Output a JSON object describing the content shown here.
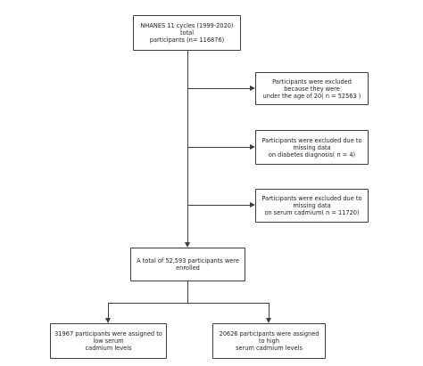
{
  "boxes": {
    "start": "NHANES 11 cycles (1999-2020) total\nparticipants (n= 116876)",
    "exclude_age": "Participants were excluded because they were\nunder the age of 20( n = 52563 )",
    "exclude_diabetes": "Participants were excluded due to missing data\non diabetes diagnosis( n = 4)",
    "exclude_cadmium": "Participants were excluded due to missing data\non serum cadmium( n = 11720)",
    "enrolled": "A total of 52,593 participants were enrolled",
    "low_group": "31967 participants were assigned to low serum\ncadmium levels",
    "high_group": "20626 participants were assigned to high\nserum cadmium levels"
  }
}
